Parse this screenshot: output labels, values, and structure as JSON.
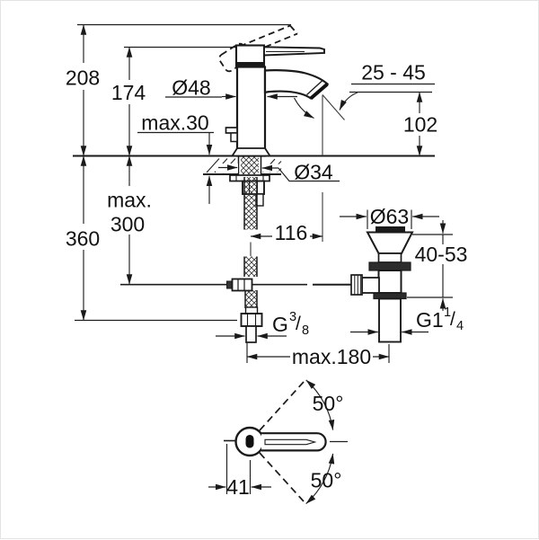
{
  "drawing": {
    "labels": {
      "height_overall": "208",
      "height_to_lever": "174",
      "deck_thickness_max": "max.30",
      "below_deck_total": "360",
      "rod_max_line1": "max.",
      "rod_max_line2": "300",
      "body_diameter": "Ø48",
      "aerator_angle_range": "25 - 45",
      "spout_height": "102",
      "hole_diameter": "Ø34",
      "spout_reach": "116",
      "waste_flange_diameter": "Ø63",
      "clamping_range": "40-53",
      "hose_to_waste_span": "max.180",
      "swivel_angle_upper": "50°",
      "swivel_angle_lower": "50°",
      "handle_axis_offset": "41",
      "supply_thread": {
        "prefix": "G",
        "sup": "3",
        "slash": "/",
        "sub": "8"
      },
      "waste_thread": {
        "prefix": "G1",
        "sup": "1",
        "slash": "/",
        "sub": "4"
      }
    }
  }
}
